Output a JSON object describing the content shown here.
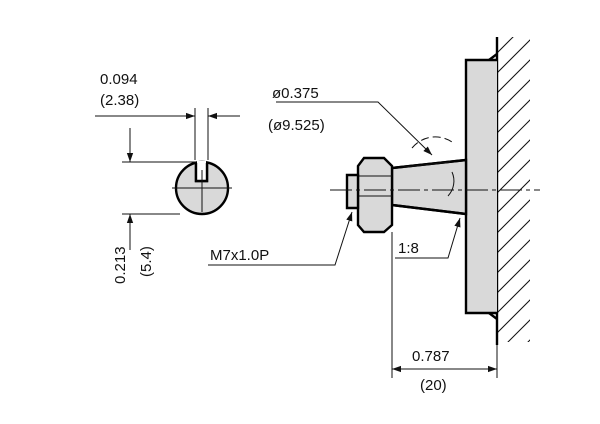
{
  "labels": {
    "key_width_in": "0.094",
    "key_width_mm": "(2.38)",
    "key_height_in": "0.213",
    "key_height_mm": "(5.4)",
    "shaft_dia_in": "ø0.375",
    "shaft_dia_mm": "(ø9.525)",
    "thread": "M7x1.0P",
    "taper": "1:8",
    "length_in": "0.787",
    "length_mm": "(20)"
  },
  "colors": {
    "part_fill": "#d9d9d9",
    "line": "#000000"
  }
}
